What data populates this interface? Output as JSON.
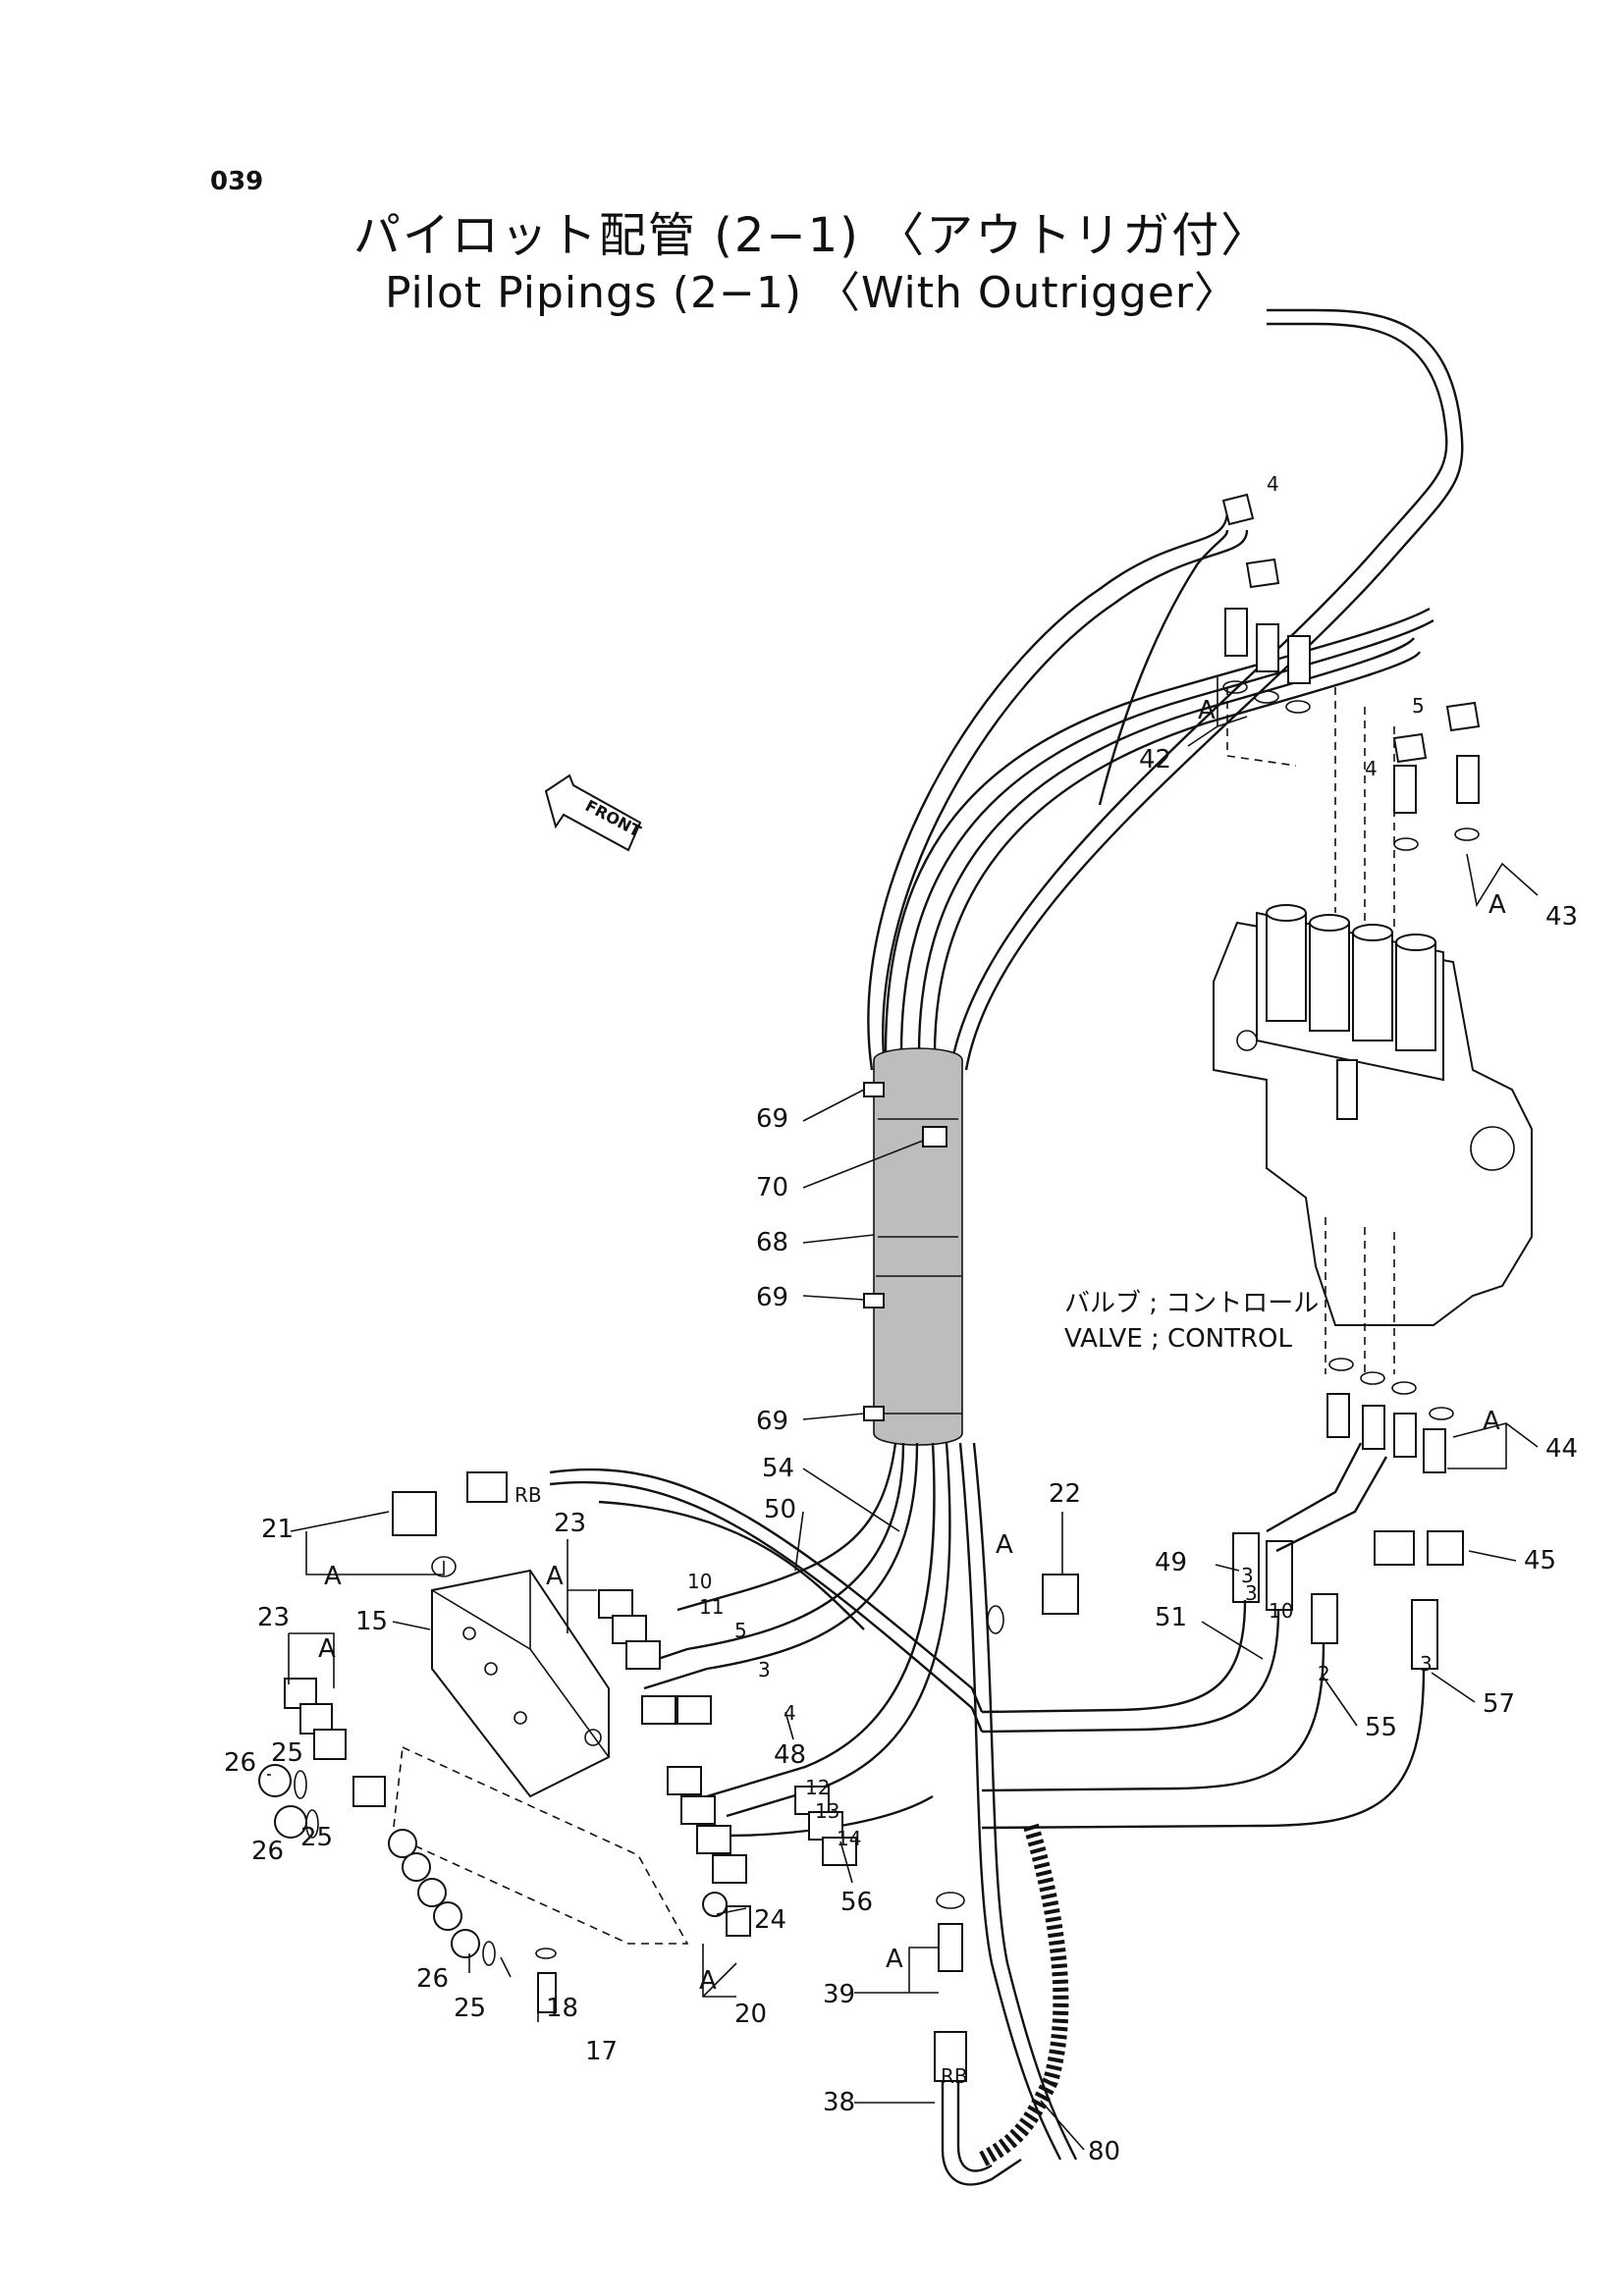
{
  "page_number": "039",
  "title_jp": "パイロット配管 (2−1) 〈アウトリガ付〉",
  "title_en": "Pilot Pipings (2−1) 〈With Outrigger〉",
  "front_label": "FRONT",
  "valve_label_jp": "バルブ ; コントロール",
  "valve_label_en": "VALVE ; CONTROL",
  "detail_mark": "A",
  "port_rb": "RB",
  "callouts": {
    "c69a": "69",
    "c70": "70",
    "c68": "68",
    "c69b": "69",
    "c69c": "69",
    "c54": "54",
    "c50": "50",
    "c22": "22",
    "c21": "21",
    "c23a": "23",
    "c15": "15",
    "c23b": "23",
    "c26a": "26",
    "c25a": "25",
    "c26b": "26",
    "c25b": "25",
    "c48": "48",
    "c56": "56",
    "c24": "24",
    "c20": "20",
    "c26c": "26",
    "c25c": "25",
    "c18": "18",
    "c17": "17",
    "c39": "39",
    "c38": "38",
    "c80": "80",
    "c42": "42",
    "c43": "43",
    "c44": "44",
    "c45": "45",
    "c49": "49",
    "c51": "51",
    "c55": "55",
    "c57": "57"
  },
  "hose_marks": {
    "m4": "4",
    "m5": "5",
    "m4b": "4",
    "m3": "3",
    "m2": "2",
    "m3b": "3",
    "m10": "10",
    "m11": "11",
    "m5b": "5",
    "m3c": "3",
    "m4c": "4",
    "m12": "12",
    "m13": "13",
    "m14": "14",
    "m3d": "3",
    "m10b": "10"
  }
}
